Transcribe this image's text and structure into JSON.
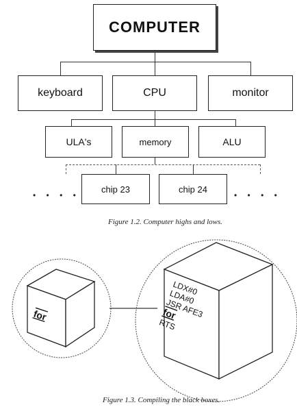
{
  "figure_1_2": {
    "root": "COMPUTER",
    "level1": [
      "keyboard",
      "CPU",
      "monitor"
    ],
    "level2": [
      "ULA's",
      "memory",
      "ALU"
    ],
    "level3": [
      "chip 23",
      "chip 24"
    ],
    "ellipsis_left": "• • • •",
    "ellipsis_right": "• • • •",
    "caption": "Figure 1.2.  Computer highs and lows."
  },
  "figure_1_3": {
    "small_cube_label": "for",
    "large_cube_lines": [
      "LDX#0",
      "LDA#0",
      "JSR AFE3",
      "for",
      "RTS"
    ],
    "caption": "Figure 1.3.  Compiling the black boxes."
  }
}
